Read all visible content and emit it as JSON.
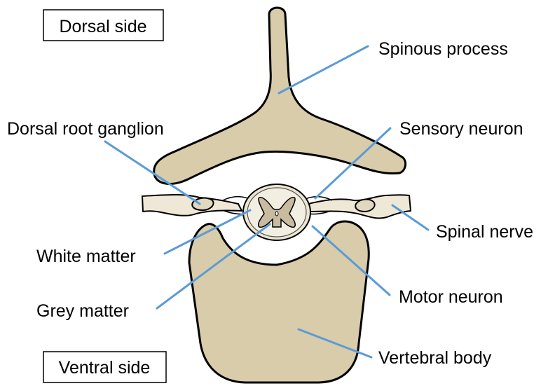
{
  "labels": {
    "dorsal_side": "Dorsal side",
    "ventral_side": "Ventral side",
    "spinous_process": "Spinous process",
    "dorsal_root_ganglion": "Dorsal root ganglion",
    "sensory_neuron": "Sensory neuron",
    "spinal_nerve": "Spinal nerve",
    "white_matter": "White matter",
    "grey_matter": "Grey matter",
    "motor_neuron": "Motor neuron",
    "vertebral_body": "Vertebral body"
  },
  "colors": {
    "bone": "#d8ccaa",
    "nerve": "#efe8d6",
    "cord": "#ece5d1",
    "grey_matter": "#c8bba0",
    "leader_line": "#5b9bd5",
    "outline": "#000000"
  }
}
